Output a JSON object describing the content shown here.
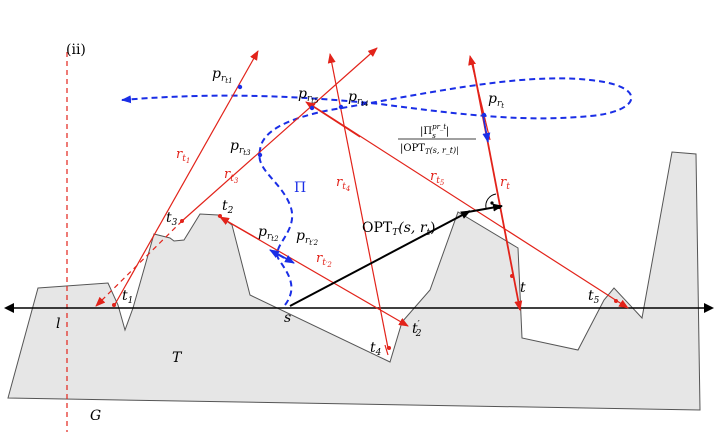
{
  "figure": {
    "panel_label": "(ii)",
    "line_label": "l",
    "polygon_label": "T",
    "outer_label": "G",
    "start_label": "s",
    "path_label": "Π",
    "opt_label": "OPT",
    "opt_sub": "T",
    "opt_args": "(s, r",
    "opt_args_sub": "t",
    "opt_args_close": ")",
    "frac_num_main": "|Π",
    "frac_num_sup": "p",
    "frac_num_supsub": "r_t",
    "frac_num_sub": "s",
    "frac_num_close": "|",
    "frac_den_main": "|OPT",
    "frac_den_sub": "T",
    "frac_den_args": "(s, r_t)|",
    "points": [
      {
        "id": "t1",
        "base": "t",
        "sub": "1"
      },
      {
        "id": "t2",
        "base": "t",
        "sub": "2"
      },
      {
        "id": "t3",
        "base": "t",
        "sub": "3"
      },
      {
        "id": "t4",
        "base": "t",
        "sub": "4"
      },
      {
        "id": "t5",
        "base": "t",
        "sub": "5"
      },
      {
        "id": "t2p",
        "base": "t",
        "sub": "2",
        "prime": "′"
      },
      {
        "id": "t",
        "base": "t",
        "sub": ""
      }
    ],
    "rays": [
      {
        "id": "r_t1",
        "base": "r",
        "sub": "t",
        "subsub": "1"
      },
      {
        "id": "r_t3",
        "base": "r",
        "sub": "t",
        "subsub": "3"
      },
      {
        "id": "r_t4",
        "base": "r",
        "sub": "t",
        "subsub": "4"
      },
      {
        "id": "r_t5",
        "base": "r",
        "sub": "t",
        "subsub": "5"
      },
      {
        "id": "r_t2p",
        "base": "r",
        "sub": "t",
        "subsub": "′2"
      },
      {
        "id": "r_t",
        "base": "r",
        "sub": "t",
        "subsub": ""
      }
    ],
    "intersections": [
      {
        "id": "p_rt1",
        "base": "p",
        "sub": "r",
        "subsub": "t1"
      },
      {
        "id": "p_rt5",
        "base": "p",
        "sub": "r",
        "subsub": "t5"
      },
      {
        "id": "p_rt4",
        "base": "p",
        "sub": "r",
        "subsub": "t4"
      },
      {
        "id": "p_rt",
        "base": "p",
        "sub": "r",
        "subsub": "t"
      },
      {
        "id": "p_rt3",
        "base": "p",
        "sub": "r",
        "subsub": "t3"
      },
      {
        "id": "p_rt2",
        "base": "p",
        "sub": "r",
        "subsub": "t2"
      },
      {
        "id": "p_rt2p",
        "base": "p",
        "sub": "r",
        "subsub": "t′2"
      }
    ],
    "colors": {
      "polygon_fill": "#e6e6e6",
      "polygon_stroke": "#555555",
      "ray": "#e2231a",
      "path": "#1a2ee6",
      "axis": "#000000"
    }
  }
}
